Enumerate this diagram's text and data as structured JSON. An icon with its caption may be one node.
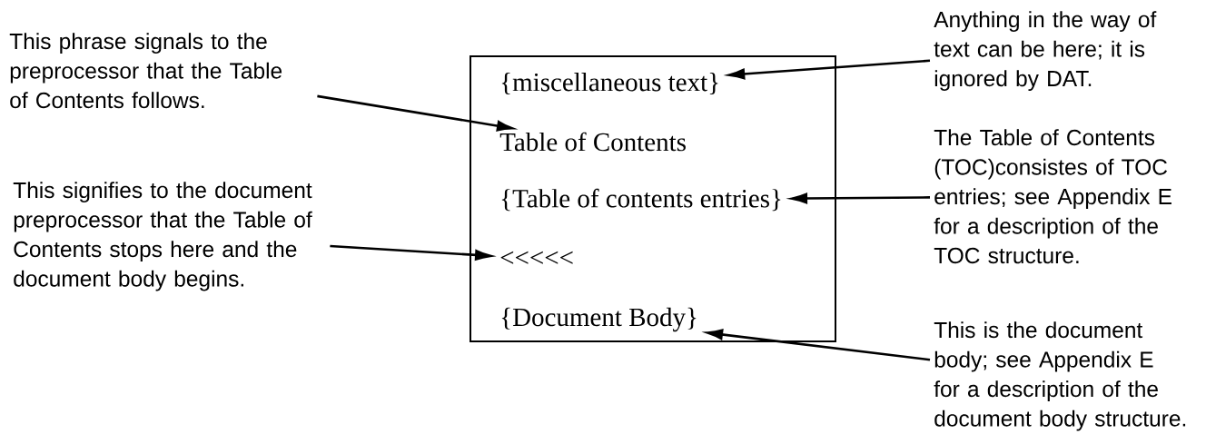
{
  "diagram": {
    "nodes": [
      {
        "text": [],
        "shape": "box"
      },
      {
        "text": [
          "{miscellaneous text}"
        ],
        "in": 0
      },
      {
        "text": [
          "Table of Contents"
        ],
        "in": 0
      },
      {
        "text": [
          "{Table of contents entries}"
        ],
        "in": 0
      },
      {
        "text": [
          "<<<<<"
        ],
        "in": 0
      },
      {
        "text": [
          "{Document Body}"
        ],
        "in": 0
      },
      {
        "text": [
          "This phrase signals to the preprocessor that the Table of Contents follows."
        ]
      },
      {
        "text": [
          "This signifies to the document preprocessor that the Table of Contents stops here and the document body begins."
        ]
      },
      {
        "text": [
          "Anything in the way of text can be here; it is ignored by DAT."
        ]
      },
      {
        "text": [
          "The Table of Contents (TOC)consistes of TOC entries; see Appendix E for a description of the TOC structure."
        ]
      },
      {
        "text": [
          "This is the document body; see Appendix E for a description of the document body structure."
        ]
      }
    ],
    "edges": [
      {
        "from": 6,
        "to": 2,
        "arrow": "to"
      },
      {
        "from": 7,
        "to": 4,
        "arrow": "to"
      },
      {
        "from": 8,
        "to": 1,
        "arrow": "to"
      },
      {
        "from": 9,
        "to": 3,
        "arrow": "to"
      },
      {
        "from": 10,
        "to": 5,
        "arrow": "to"
      }
    ]
  }
}
